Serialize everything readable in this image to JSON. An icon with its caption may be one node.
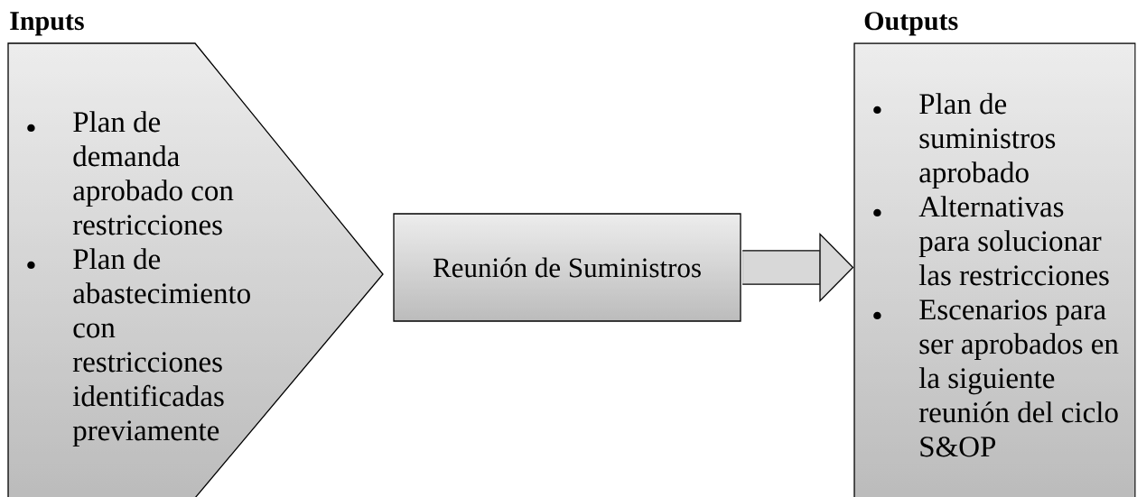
{
  "diagram": {
    "nodes": [
      {
        "text": [
          "Inputs",
          "Plan de demanda aprobado con restricciones",
          "Plan de abastecimiento con restricciones identificadas previamente"
        ]
      },
      {
        "text": [
          "Reunión de Suministros"
        ]
      },
      {
        "text": [
          "Outputs",
          "Plan de suministros aprobado",
          "Alternativas para solucionar las restricciones",
          "Escenarios para ser aprobados en la siguiente reunión del ciclo S&OP"
        ]
      }
    ],
    "edges": [
      {
        "from": 1,
        "to": 2,
        "arrow": "to"
      }
    ]
  }
}
